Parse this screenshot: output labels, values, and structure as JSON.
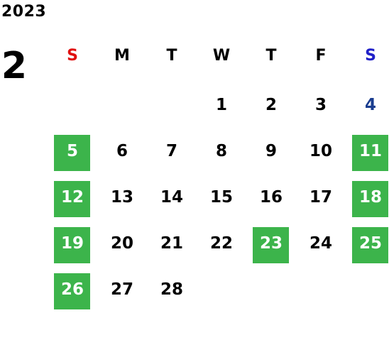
{
  "calendar": {
    "year": "2023",
    "month": "2",
    "weekdays": [
      "S",
      "M",
      "T",
      "W",
      "T",
      "F",
      "S"
    ],
    "colors": {
      "sunday_header": "#e01010",
      "saturday_header": "#2020c8",
      "saturday_date": "#1a3d8f",
      "highlight": "#3cb44b",
      "highlight_text": "#ffffff"
    },
    "weeks": [
      [
        {
          "day": "",
          "highlight": false
        },
        {
          "day": "",
          "highlight": false
        },
        {
          "day": "",
          "highlight": false
        },
        {
          "day": "1",
          "highlight": false
        },
        {
          "day": "2",
          "highlight": false
        },
        {
          "day": "3",
          "highlight": false
        },
        {
          "day": "4",
          "highlight": false
        }
      ],
      [
        {
          "day": "5",
          "highlight": true
        },
        {
          "day": "6",
          "highlight": false
        },
        {
          "day": "7",
          "highlight": false
        },
        {
          "day": "8",
          "highlight": false
        },
        {
          "day": "9",
          "highlight": false
        },
        {
          "day": "10",
          "highlight": false
        },
        {
          "day": "11",
          "highlight": true
        }
      ],
      [
        {
          "day": "12",
          "highlight": true
        },
        {
          "day": "13",
          "highlight": false
        },
        {
          "day": "14",
          "highlight": false
        },
        {
          "day": "15",
          "highlight": false
        },
        {
          "day": "16",
          "highlight": false
        },
        {
          "day": "17",
          "highlight": false
        },
        {
          "day": "18",
          "highlight": true
        }
      ],
      [
        {
          "day": "19",
          "highlight": true
        },
        {
          "day": "20",
          "highlight": false
        },
        {
          "day": "21",
          "highlight": false
        },
        {
          "day": "22",
          "highlight": false
        },
        {
          "day": "23",
          "highlight": true
        },
        {
          "day": "24",
          "highlight": false
        },
        {
          "day": "25",
          "highlight": true
        }
      ],
      [
        {
          "day": "26",
          "highlight": true
        },
        {
          "day": "27",
          "highlight": false
        },
        {
          "day": "28",
          "highlight": false
        },
        {
          "day": "",
          "highlight": false
        },
        {
          "day": "",
          "highlight": false
        },
        {
          "day": "",
          "highlight": false
        },
        {
          "day": "",
          "highlight": false
        }
      ]
    ]
  }
}
